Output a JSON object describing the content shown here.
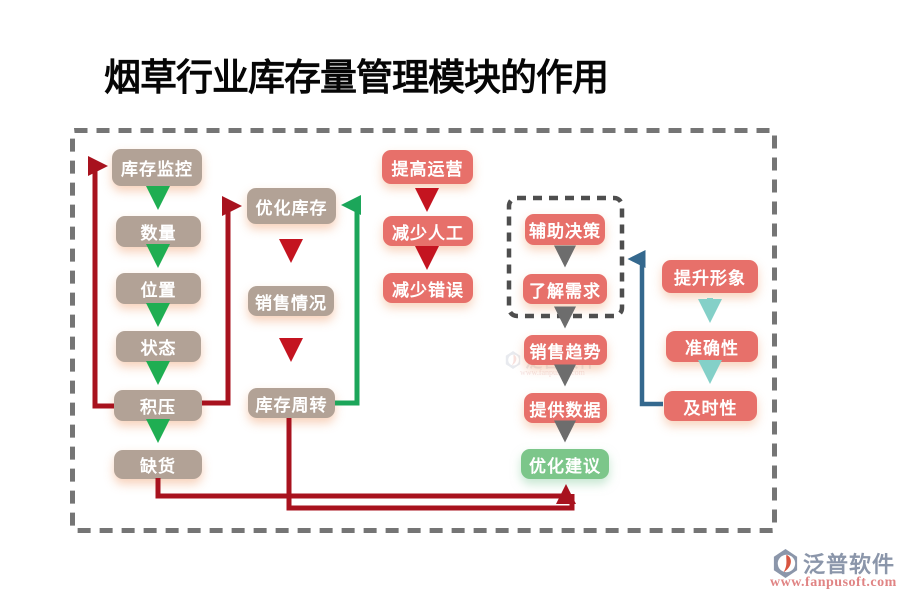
{
  "title": "烟草行业库存量管理模块的作用",
  "flow": {
    "monitoring": [
      "库存监控",
      "数量",
      "位置",
      "状态",
      "积压",
      "缺货"
    ],
    "optimization": [
      "优化库存",
      "销售情况",
      "库存周转"
    ],
    "operations": [
      "提高运营",
      "减少人工",
      "减少错误"
    ],
    "decision": [
      "辅助决策",
      "了解需求",
      "销售趋势",
      "提供数据",
      "优化建议"
    ],
    "image": [
      "提升形象",
      "准确性",
      "及时性"
    ]
  },
  "brand": {
    "name": "泛普软件",
    "url": "www.fanpusoft.com"
  },
  "colors": {
    "node_tan": "#b2a296",
    "node_red": "#e7706a",
    "node_green": "#7cc68a",
    "arrow_green": "#1fae52",
    "arrow_red": "#c41420",
    "arrow_gray": "#6d6d6d",
    "arrow_teal": "#84d0c8",
    "line_dark_red": "#a8121e",
    "line_green": "#1ca65a",
    "line_blue": "#34688e",
    "border_dash_outer": "#757575",
    "border_dash_inner": "#4e4e4e"
  }
}
